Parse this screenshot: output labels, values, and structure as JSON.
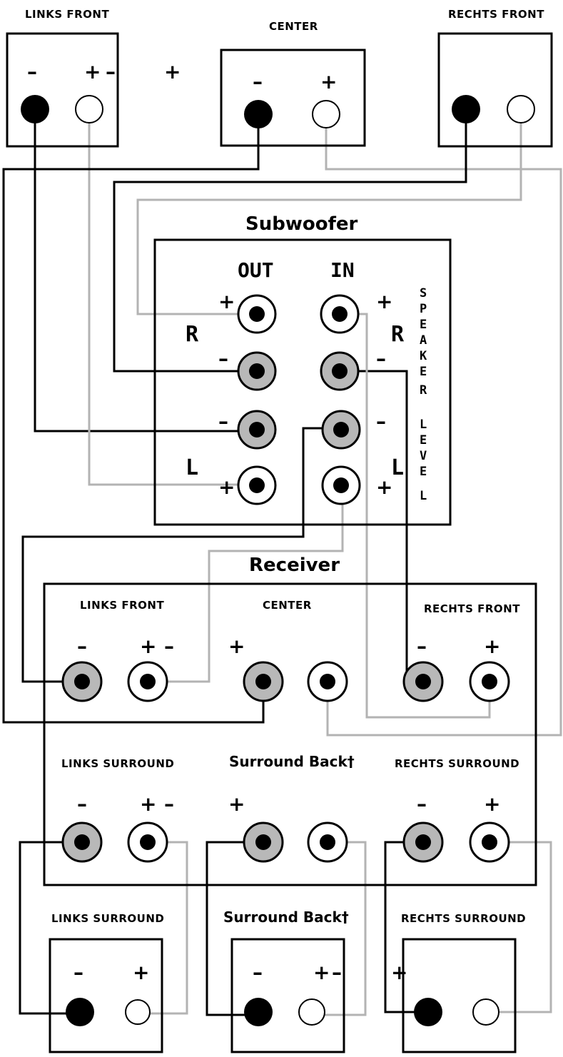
{
  "speakers": {
    "front_left": {
      "label": "LINKS FRONT",
      "minus": "–",
      "plus": "+"
    },
    "center": {
      "label": "CENTER",
      "minus": "–",
      "plus": "+"
    },
    "front_right": {
      "label": "RECHTS FRONT"
    },
    "surround_left": {
      "label": "LINKS SURROUND",
      "minus": "–",
      "plus": "+"
    },
    "surround_back": {
      "label": "Surround Back†",
      "minus": "–",
      "plus": "+"
    },
    "surround_right": {
      "label": "RECHTS SURROUND"
    }
  },
  "subwoofer": {
    "title": "Subwoofer",
    "out_label": "OUT",
    "in_label": "IN",
    "right_label": "R",
    "left_label": "L",
    "speaker_level_letters": [
      "S",
      "P",
      "E",
      "A",
      "K",
      "E",
      "R",
      " ",
      "L",
      "E",
      "V",
      "E",
      "L"
    ]
  },
  "receiver": {
    "title": "Receiver",
    "front_left": "LINKS FRONT",
    "center": "CENTER",
    "front_right": "RECHTS FRONT",
    "surround_left": "LINKS SURROUND",
    "surround_back": "Surround Back†",
    "surround_right": "RECHTS SURROUND"
  },
  "signs": {
    "plus": "+",
    "minus": "–"
  },
  "colors": {
    "negative_wire": "#000000",
    "positive_wire": "#b3b3b3",
    "negative_terminal_fill": "#b8b8b8",
    "positive_terminal_fill": "#ffffff"
  }
}
